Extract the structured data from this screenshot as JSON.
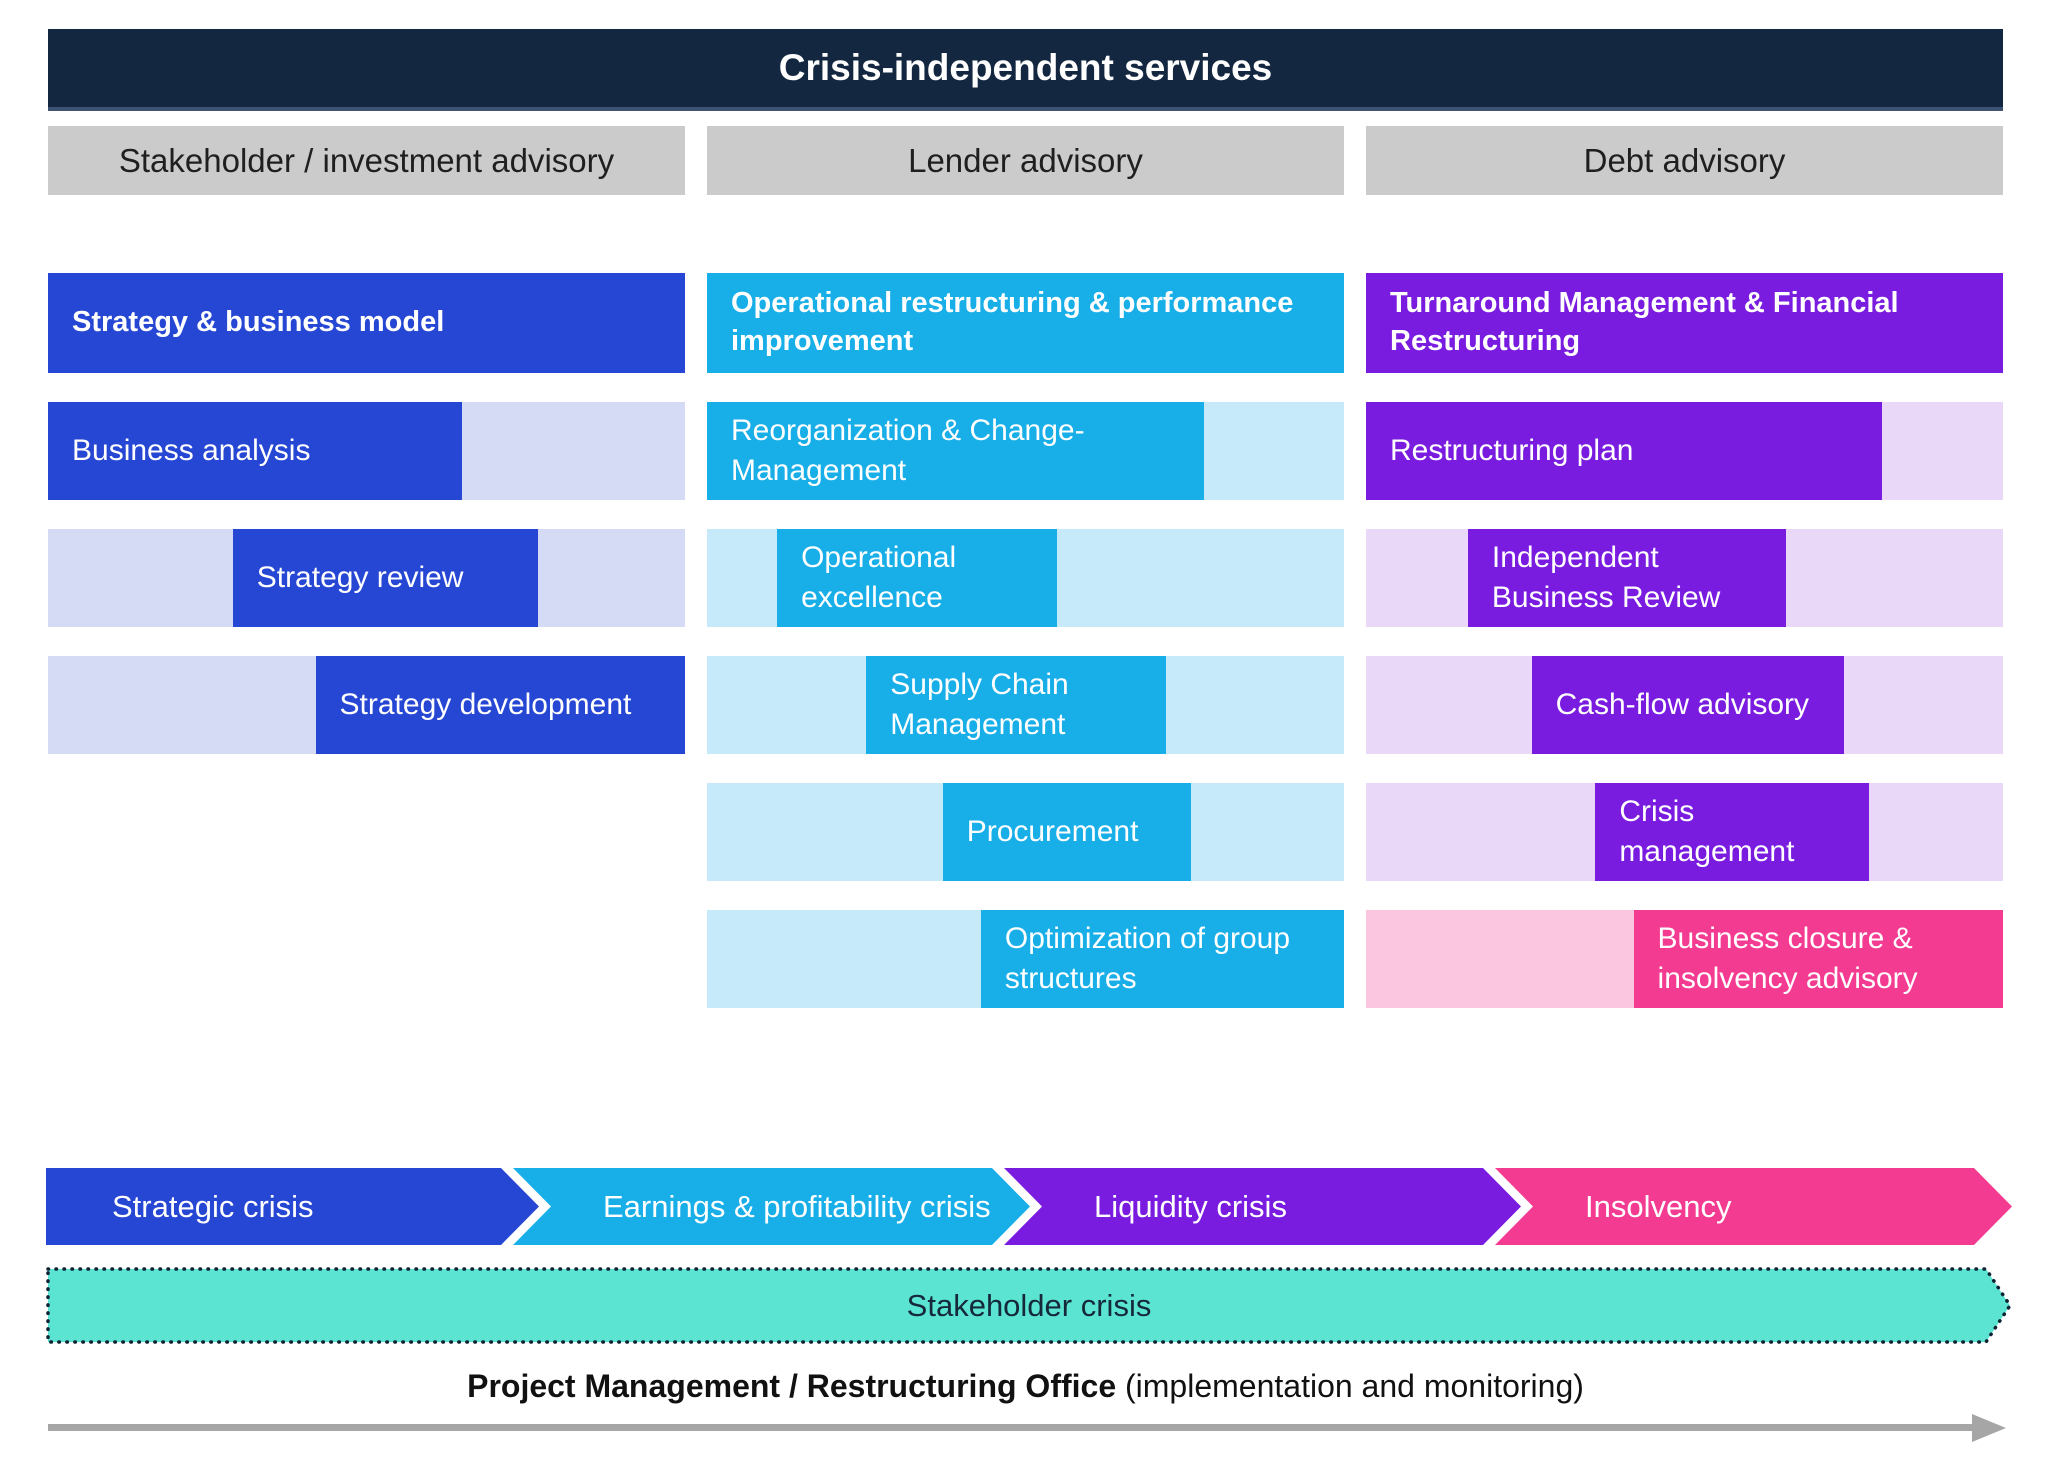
{
  "title": "Crisis-independent services",
  "advisory": [
    "Stakeholder / investment advisory",
    "Lender advisory",
    "Debt advisory"
  ],
  "palette": {
    "navy": "#132740",
    "navy_underline": "#3E5273",
    "gray_box": "#CBCBCB",
    "blue": "#2646D4",
    "blue_track": "#D6DBF5",
    "cyan": "#18AEE8",
    "cyan_track": "#C6EAF9",
    "purple": "#7A1BE0",
    "purple_track": "#E9D8F8",
    "magenta": "#F43B92",
    "magenta_track": "#FBC6DF",
    "teal": "#5BE4D1",
    "dot_border": "#0E2433",
    "arrow_gray": "#A6A6A6"
  },
  "chart_data": {
    "type": "table",
    "note": "Gantt-style cascade: each row has an active segment from start% to end% of its column track",
    "columns": [
      {
        "header": "Strategy & business model",
        "header_color": "#2646D4",
        "active_color": "#2646D4",
        "track_color": "#D6DBF5",
        "rows": [
          {
            "label": "Business analysis",
            "start": 0,
            "end": 65
          },
          {
            "label": "Strategy review",
            "start": 29,
            "end": 77
          },
          {
            "label": "Strategy development",
            "start": 42,
            "end": 100
          }
        ]
      },
      {
        "header": "Operational restructuring & performance improvement",
        "header_color": "#18AEE8",
        "active_color": "#18AEE8",
        "track_color": "#C6EAF9",
        "rows": [
          {
            "label": "Reorganization & Change-Management",
            "start": 0,
            "end": 78
          },
          {
            "label": "Operational excellence",
            "start": 11,
            "end": 55
          },
          {
            "label": "Supply Chain Management",
            "start": 25,
            "end": 72
          },
          {
            "label": "Procurement",
            "start": 37,
            "end": 76
          },
          {
            "label": "Optimization of group structures",
            "start": 43,
            "end": 100
          }
        ]
      },
      {
        "header": "Turnaround Management & Financial Restructuring",
        "header_color": "#7A1BE0",
        "active_color": "#7A1BE0",
        "track_color": "#E9D8F8",
        "rows": [
          {
            "label": "Restructuring plan",
            "start": 0,
            "end": 81
          },
          {
            "label": "Independent Business Review",
            "start": 16,
            "end": 66
          },
          {
            "label": "Cash-flow advisory",
            "start": 26,
            "end": 75
          },
          {
            "label": "Crisis management",
            "start": 36,
            "end": 79
          },
          {
            "label": "Business closure & insolvency advisory",
            "start": 42,
            "end": 100,
            "active_color": "#F43B92",
            "track_color": "#FBC6DF"
          }
        ]
      }
    ],
    "crisis_arrows": [
      {
        "label": "Strategic crisis",
        "color": "#2646D4"
      },
      {
        "label": "Earnings & profitability crisis",
        "color": "#18AEE8"
      },
      {
        "label": "Liquidity crisis",
        "color": "#7A1BE0"
      },
      {
        "label": "Insolvency",
        "color": "#F43B92"
      }
    ]
  },
  "stakeholder_band": {
    "label": "Stakeholder crisis"
  },
  "footer": {
    "bold": "Project Management / Restructuring Office",
    "regular": " (implementation and monitoring)"
  }
}
